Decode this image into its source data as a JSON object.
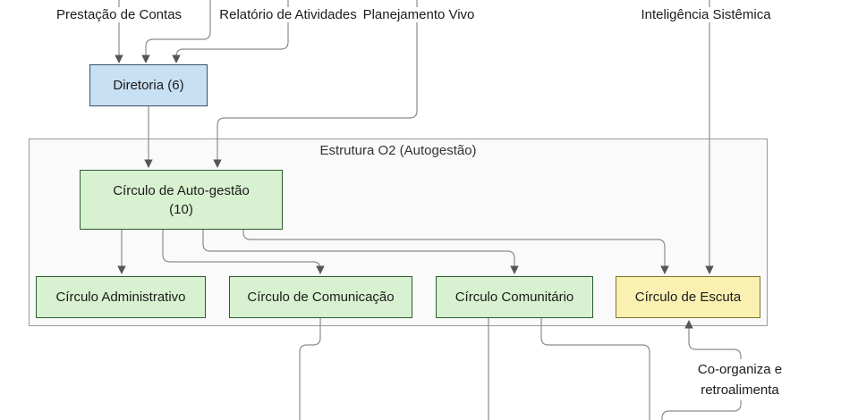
{
  "diagram": {
    "container": {
      "label": "Estrutura O2 (Autogestão)"
    },
    "flow_inputs": {
      "prestacao": "Prestação de Contas",
      "relatorio": "Relatório de Atividades",
      "planejamento": "Planejamento Vivo",
      "inteligencia": "Inteligência Sistêmica"
    },
    "nodes": {
      "diretoria": {
        "label": "Diretoria (6)",
        "fill": "#c8e0f4",
        "stroke": "#3a4f63"
      },
      "autogestao": {
        "label": "Círculo de Auto-gestão",
        "sublabel": "(10)",
        "fill": "#d8f1d0",
        "stroke": "#2f5d31"
      },
      "administrativo": {
        "label": "Círculo Administrativo",
        "fill": "#d8f1d0",
        "stroke": "#2f5d31"
      },
      "comunicacao": {
        "label": "Círculo de Comunicação",
        "fill": "#d8f1d0",
        "stroke": "#2f5d31"
      },
      "comunitario": {
        "label": "Círculo Comunitário",
        "fill": "#d8f1d0",
        "stroke": "#2f5d31"
      },
      "escuta": {
        "label": "Círculo de Escuta",
        "fill": "#faf0b2",
        "stroke": "#80732c"
      }
    },
    "annotations": {
      "co_organiza": [
        "Co-organiza e",
        "retroalimenta"
      ]
    },
    "colors": {
      "edge": "#8c8c8c",
      "arrowhead": "#565656",
      "container_fill": "#fafafa",
      "container_border": "#9a9a9a"
    }
  }
}
